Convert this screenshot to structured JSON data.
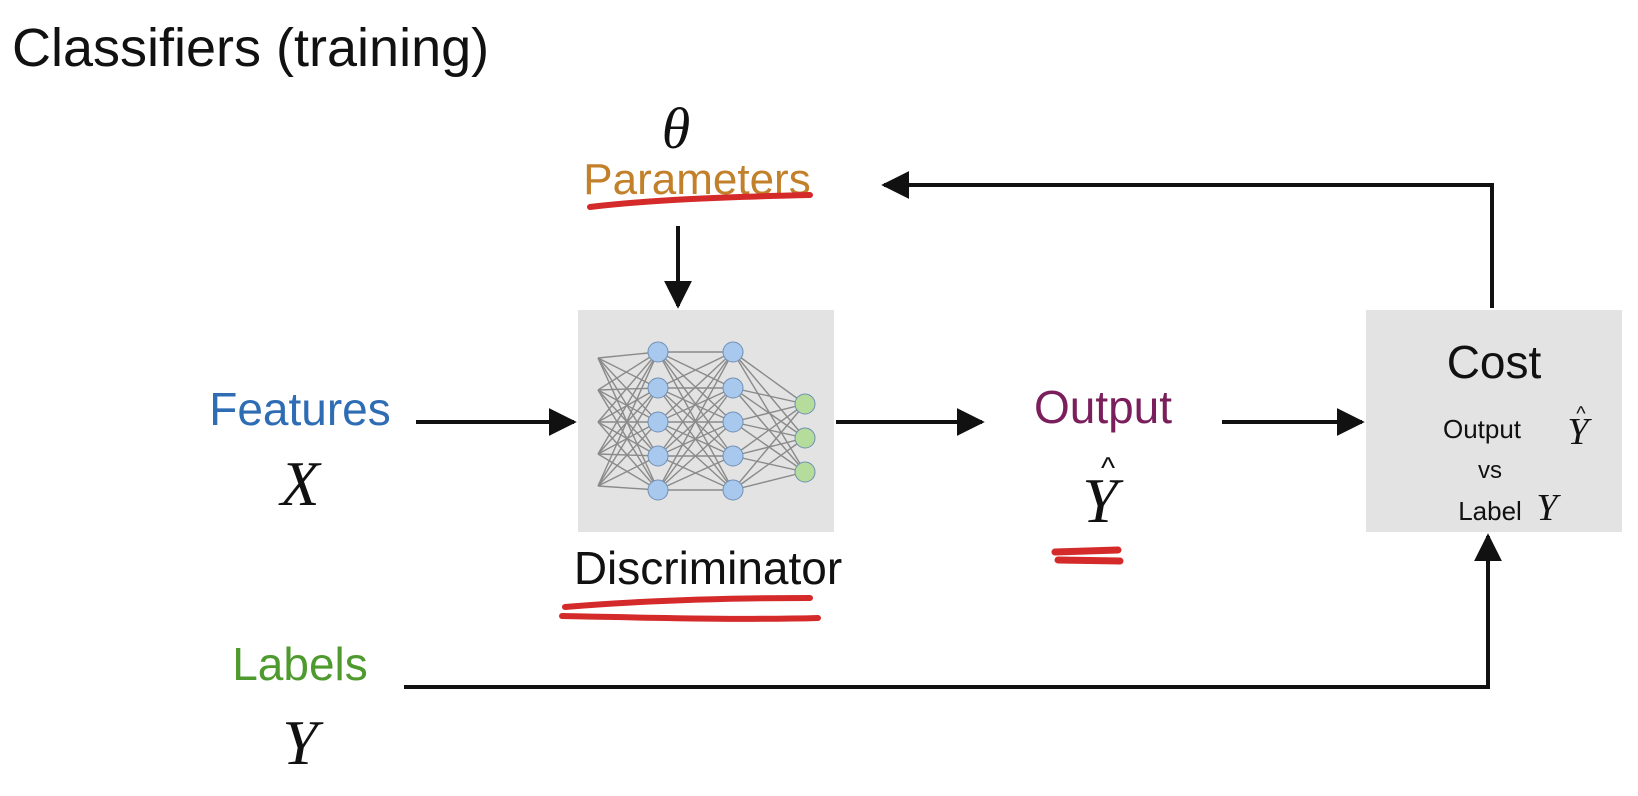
{
  "slide": {
    "title": "Classifiers (training)"
  },
  "parameters": {
    "symbol": "θ",
    "label": "Parameters",
    "color": "#c2802a"
  },
  "features": {
    "label": "Features",
    "symbol": "X",
    "color": "#2e6db4"
  },
  "discriminator": {
    "label": "Discriminator"
  },
  "output": {
    "label": "Output",
    "symbol": "Y",
    "hat": "^",
    "color": "#7a1f5c"
  },
  "cost": {
    "title": "Cost",
    "output_label": "Output",
    "output_symbol": "Y",
    "hat": "^",
    "vs_label": "vs",
    "label_label": "Label",
    "label_symbol": "Y"
  },
  "labels": {
    "label": "Labels",
    "symbol": "Y",
    "color": "#4f9a2e"
  },
  "colors": {
    "arrow": "#111111",
    "annotation": "#d42a2a",
    "box_fill": "#e3e3e3",
    "node_blue": "#a9c8ee",
    "node_green": "#b5dc9a"
  }
}
